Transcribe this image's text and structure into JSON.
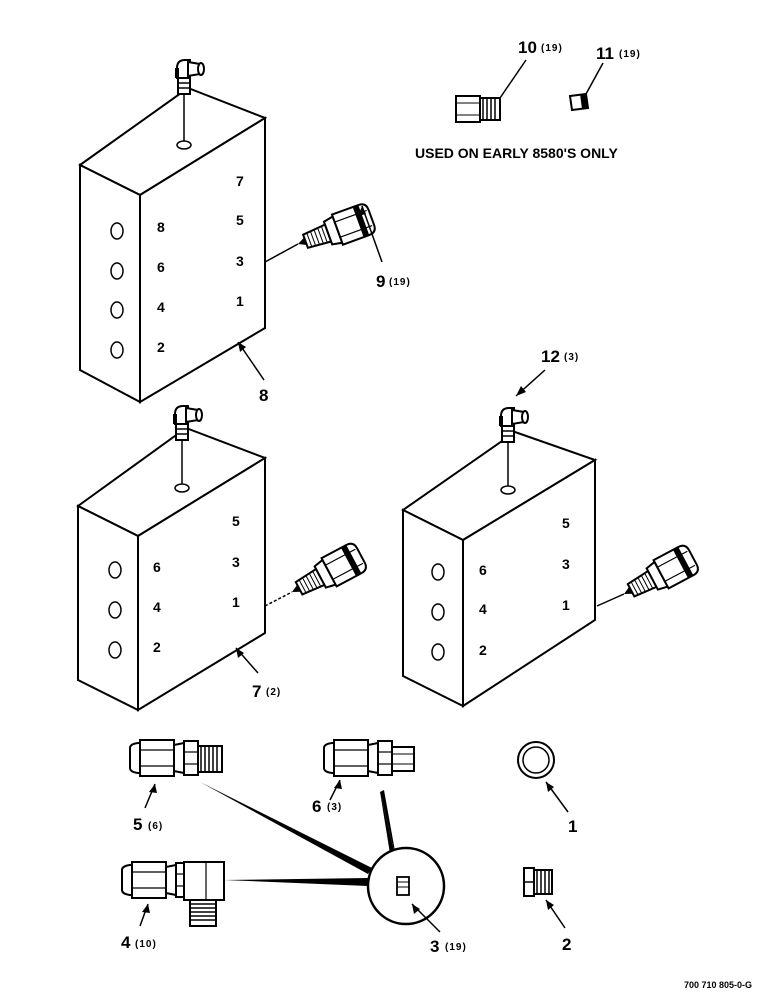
{
  "note": "USED ON EARLY 8580'S ONLY",
  "drawing_number": "700 710 805-0-G",
  "callouts": {
    "c10": {
      "num": "10",
      "qty": "(19)"
    },
    "c11": {
      "num": "11",
      "qty": "(19)"
    },
    "c9": {
      "num": "9",
      "qty": "(19)"
    },
    "c8": {
      "num": "8",
      "qty": ""
    },
    "c12": {
      "num": "12",
      "qty": "(3)"
    },
    "c7": {
      "num": "7",
      "qty": "(2)"
    },
    "c5": {
      "num": "5",
      "qty": "(6)"
    },
    "c6": {
      "num": "6",
      "qty": "(3)"
    },
    "c1": {
      "num": "1",
      "qty": ""
    },
    "c4": {
      "num": "4",
      "qty": "(10)"
    },
    "c3": {
      "num": "3",
      "qty": "(19)"
    },
    "c2": {
      "num": "2",
      "qty": ""
    }
  },
  "block_8_ports": {
    "right": [
      "7",
      "5",
      "3",
      "1"
    ],
    "left": [
      "8",
      "6",
      "4",
      "2"
    ]
  },
  "block_7_ports": {
    "right": [
      "5",
      "3",
      "1"
    ],
    "left": [
      "6",
      "4",
      "2"
    ]
  },
  "block_12_ports": {
    "right": [
      "5",
      "3",
      "1"
    ],
    "left": [
      "6",
      "4",
      "2"
    ]
  }
}
